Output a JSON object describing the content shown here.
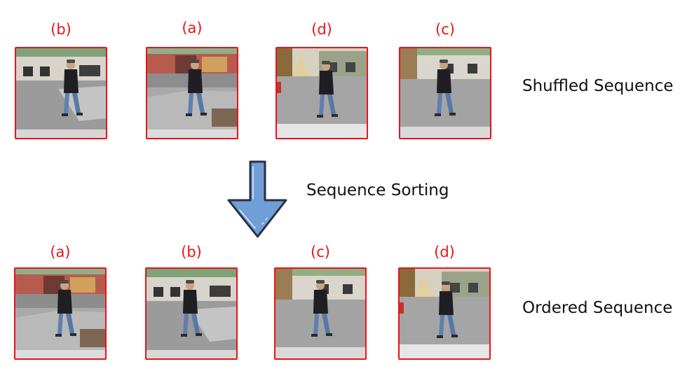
{
  "shuffled": {
    "caption": "Shuffled Sequence",
    "frames": [
      {
        "label": "(b)"
      },
      {
        "label": "(a)"
      },
      {
        "label": "(d)"
      },
      {
        "label": "(c)"
      }
    ]
  },
  "sorting": {
    "caption": "Sequence Sorting",
    "arrow_color": "#6f9fd6"
  },
  "ordered": {
    "caption": "Ordered Sequence",
    "frames": [
      {
        "label": "(a)"
      },
      {
        "label": "(b)"
      },
      {
        "label": "(c)"
      },
      {
        "label": "(d)"
      }
    ]
  },
  "colors": {
    "frame_border": "#e8141a",
    "label": "#e8141a"
  }
}
